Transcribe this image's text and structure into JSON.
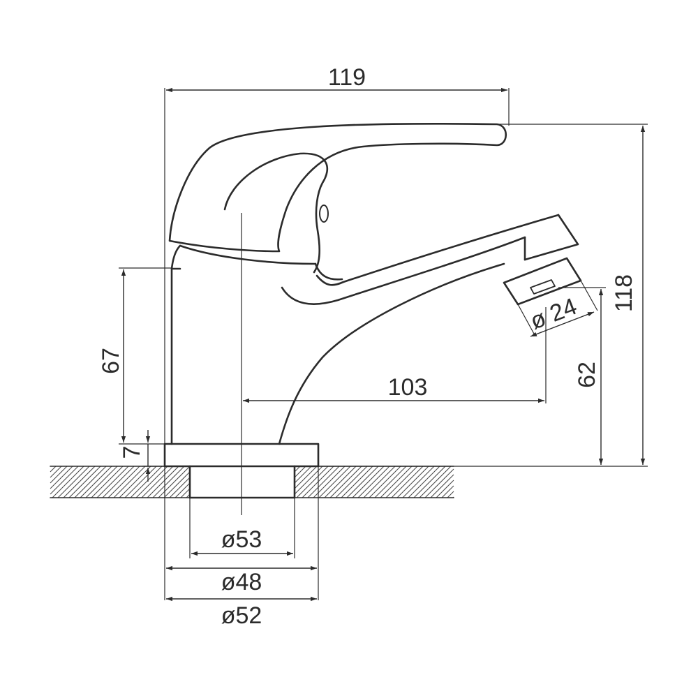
{
  "drawing": {
    "colors": {
      "line": "#2b2b2b",
      "background": "#ffffff"
    },
    "dimensions": {
      "overall_width": "119",
      "overall_height": "118",
      "spout_height": "62",
      "body_height": "67",
      "base_thickness": "7",
      "spout_reach": "103",
      "aerator_diameter": "ø 24",
      "hole_diameter": "ø53",
      "flange_inner_diameter": "ø48",
      "base_diameter": "ø52"
    }
  }
}
